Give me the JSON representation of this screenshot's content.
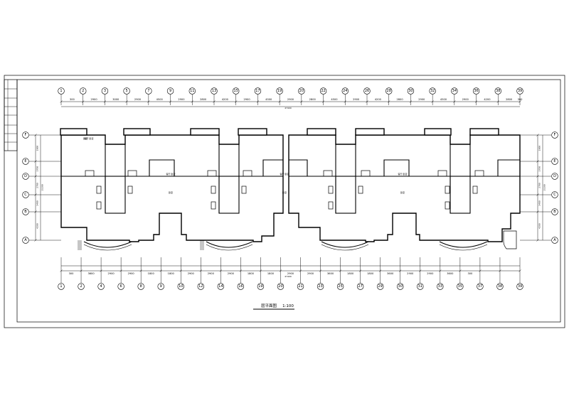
{
  "drawing": {
    "title": "层平面图",
    "scale": "1:100",
    "top_axes": [
      "1",
      "2",
      "3",
      "5",
      "7",
      "9",
      "11",
      "13",
      "15",
      "17",
      "19",
      "20",
      "22",
      "24",
      "26",
      "28",
      "30",
      "32",
      "34",
      "36",
      "38",
      "39"
    ],
    "bottom_axes": [
      "1",
      "2",
      "4",
      "6",
      "8",
      "9",
      "10",
      "12",
      "14",
      "16",
      "19",
      "20",
      "21",
      "23",
      "25",
      "27",
      "29",
      "30",
      "31",
      "33",
      "35",
      "37",
      "38",
      "39"
    ],
    "left_axes": [
      "F",
      "E",
      "D",
      "C",
      "B",
      "A"
    ],
    "right_axes": [
      "F",
      "E",
      "D",
      "C",
      "B",
      "A"
    ],
    "top_dimensions": [
      "300",
      "2900",
      "3000",
      "2900",
      "4500",
      "2900",
      "2800",
      "4200",
      "2900",
      "4500",
      "2900",
      "2800",
      "4500",
      "2900",
      "4200",
      "2800",
      "2900",
      "4500",
      "2900",
      "4200",
      "2800",
      "300"
    ],
    "top_total": "47400",
    "bottom_dimensions": [
      "300",
      "3600",
      "2900",
      "2900",
      "1800",
      "1800",
      "2900",
      "2900",
      "2900",
      "1800",
      "1800",
      "2900",
      "2900",
      "3600",
      "1800",
      "1800",
      "3600",
      "2900",
      "2900",
      "3600",
      "300"
    ],
    "bottom_total": "47400",
    "side_dimensions": [
      "2000",
      "2700",
      "2700",
      "3400",
      "4200"
    ],
    "side_total": "15200",
    "room_labels": [
      "客厅 卧室",
      "卧室",
      "客厅 卧室",
      "卧室",
      "客厅 卧室",
      "卧室",
      "客厅 卧室",
      "卧室"
    ],
    "title_block_rows": [
      "",
      "",
      "",
      "",
      "",
      "",
      ""
    ]
  }
}
